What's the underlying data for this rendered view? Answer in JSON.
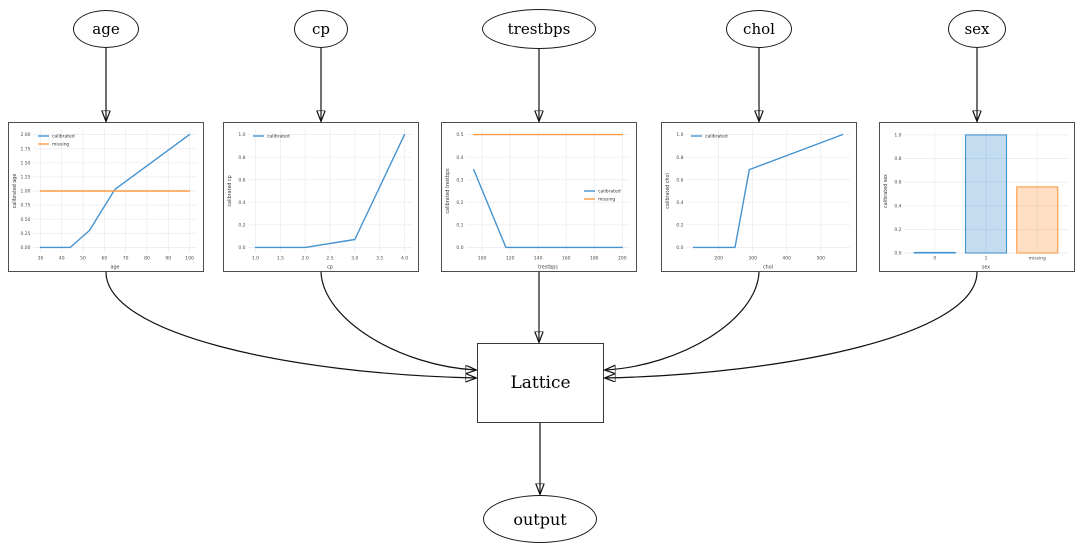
{
  "diagram": {
    "inputs": [
      {
        "id": "age",
        "label": "age"
      },
      {
        "id": "cp",
        "label": "cp"
      },
      {
        "id": "trestbps",
        "label": "trestbps"
      },
      {
        "id": "chol",
        "label": "chol"
      },
      {
        "id": "sex",
        "label": "sex"
      }
    ],
    "lattice_label": "Lattice",
    "output_label": "output"
  },
  "colors": {
    "calibrated": "#4593cf",
    "missing": "#fd9a44",
    "calibrated_fill": "rgba(69,147,207,0.32)",
    "missing_fill": "rgba(253,154,68,0.32)",
    "grid": "#e9e9f2",
    "tick_text": "#4a4a4a",
    "axis_text": "#3a3a3a"
  },
  "chart_data": [
    {
      "id": "age",
      "type": "line",
      "xlabel": "age",
      "ylabel": "calibrated age",
      "xlim": [
        26.5,
        103.5
      ],
      "ylim": [
        -0.1,
        2.1
      ],
      "xticks": [
        30,
        40,
        50,
        60,
        70,
        80,
        90,
        100
      ],
      "xtick_labels": [
        "30",
        "40",
        "50",
        "60",
        "70",
        "80",
        "90",
        "100"
      ],
      "yticks": [
        0,
        0.25,
        0.5,
        0.75,
        1,
        1.25,
        1.5,
        1.75,
        2
      ],
      "ytick_labels": [
        "0.00",
        "0.25",
        "0.50",
        "0.75",
        "1.00",
        "1.25",
        "1.50",
        "1.75",
        "2.00"
      ],
      "legend": {
        "loc": "nw",
        "entries": [
          {
            "label": "calibrated",
            "color_key": "calibrated"
          },
          {
            "label": "missing",
            "color_key": "missing"
          }
        ]
      },
      "series": [
        {
          "name": "calibrated",
          "color_key": "calibrated",
          "points": [
            [
              30,
              0
            ],
            [
              44,
              0
            ],
            [
              53,
              0.3
            ],
            [
              65,
              1.03
            ],
            [
              100,
              2.0
            ]
          ]
        },
        {
          "name": "missing",
          "color_key": "missing",
          "points": [
            [
              30,
              1.0
            ],
            [
              100,
              1.0
            ]
          ]
        }
      ]
    },
    {
      "id": "cp",
      "type": "line",
      "xlabel": "cp",
      "ylabel": "calibrated cp",
      "xlim": [
        0.85,
        4.15
      ],
      "ylim": [
        -0.05,
        1.05
      ],
      "xticks": [
        1,
        1.5,
        2,
        2.5,
        3,
        3.5,
        4
      ],
      "xtick_labels": [
        "1.0",
        "1.5",
        "2.0",
        "2.5",
        "3.0",
        "3.5",
        "4.0"
      ],
      "yticks": [
        0,
        0.2,
        0.4,
        0.6,
        0.8,
        1
      ],
      "ytick_labels": [
        "0.0",
        "0.2",
        "0.4",
        "0.6",
        "0.8",
        "1.0"
      ],
      "legend": {
        "loc": "nw",
        "entries": [
          {
            "label": "calibrated",
            "color_key": "calibrated"
          }
        ]
      },
      "series": [
        {
          "name": "calibrated",
          "color_key": "calibrated",
          "points": [
            [
              1,
              0
            ],
            [
              2,
              0
            ],
            [
              3,
              0.07
            ],
            [
              4,
              1.0
            ]
          ]
        }
      ]
    },
    {
      "id": "trestbps",
      "type": "line",
      "xlabel": "trestbps",
      "ylabel": "calibrated trestbps",
      "xlim": [
        88.5,
        205.5
      ],
      "ylim": [
        -0.025,
        0.525
      ],
      "xticks": [
        100,
        120,
        140,
        160,
        180,
        200
      ],
      "xtick_labels": [
        "100",
        "120",
        "140",
        "160",
        "180",
        "200"
      ],
      "yticks": [
        0,
        0.1,
        0.2,
        0.3,
        0.4,
        0.5
      ],
      "ytick_labels": [
        "0.0",
        "0.1",
        "0.2",
        "0.3",
        "0.4",
        "0.5"
      ],
      "legend": {
        "loc": "e",
        "entries": [
          {
            "label": "calibrated",
            "color_key": "calibrated"
          },
          {
            "label": "missing",
            "color_key": "missing"
          }
        ]
      },
      "series": [
        {
          "name": "calibrated",
          "color_key": "calibrated",
          "points": [
            [
              94,
              0.345
            ],
            [
              117,
              0
            ],
            [
              200,
              0
            ]
          ]
        },
        {
          "name": "missing",
          "color_key": "missing",
          "points": [
            [
              94,
              0.5
            ],
            [
              200,
              0.5
            ]
          ]
        }
      ]
    },
    {
      "id": "chol",
      "type": "line",
      "xlabel": "chol",
      "ylabel": "calibrated chol",
      "xlim": [
        104,
        586
      ],
      "ylim": [
        -0.05,
        1.05
      ],
      "xticks": [
        200,
        300,
        400,
        500
      ],
      "xtick_labels": [
        "200",
        "300",
        "400",
        "500"
      ],
      "yticks": [
        0,
        0.2,
        0.4,
        0.6,
        0.8,
        1
      ],
      "ytick_labels": [
        "0.0",
        "0.2",
        "0.4",
        "0.6",
        "0.8",
        "1.0"
      ],
      "legend": {
        "loc": "nw",
        "entries": [
          {
            "label": "calibrated",
            "color_key": "calibrated"
          }
        ]
      },
      "series": [
        {
          "name": "calibrated",
          "color_key": "calibrated",
          "points": [
            [
              126,
              0
            ],
            [
              248,
              0
            ],
            [
              290,
              0.69
            ],
            [
              564,
              1.0
            ]
          ]
        }
      ]
    },
    {
      "id": "sex",
      "type": "bar",
      "xlabel": "sex",
      "ylabel": "calibrated sex",
      "ylim": [
        0,
        1.05
      ],
      "categories": [
        "0",
        "1",
        "missing"
      ],
      "values": [
        0.005,
        1.0,
        0.56
      ],
      "bar_color_keys": [
        "calibrated",
        "calibrated",
        "missing"
      ],
      "yticks": [
        0,
        0.2,
        0.4,
        0.6,
        0.8,
        1
      ],
      "ytick_labels": [
        "0.0",
        "0.2",
        "0.4",
        "0.6",
        "0.8",
        "1.0"
      ],
      "legend": null
    }
  ]
}
